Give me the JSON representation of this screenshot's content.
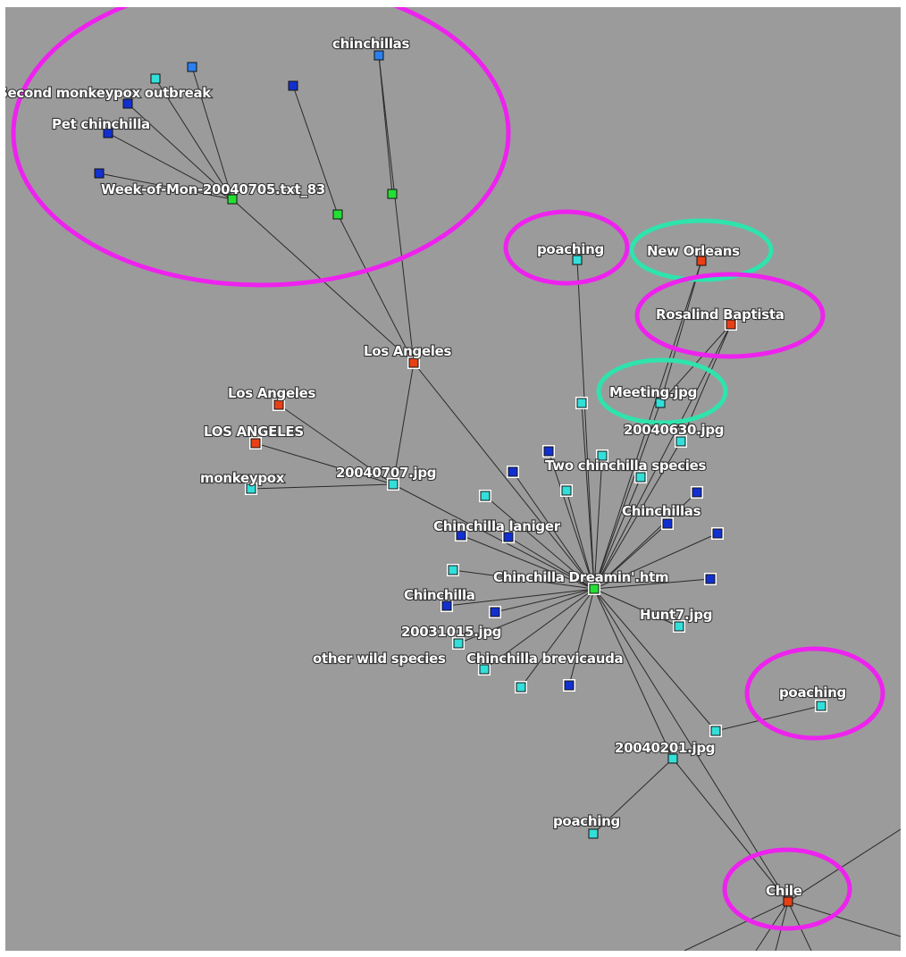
{
  "colors": {
    "background": "#9b9b9b",
    "edge": "#2a2a2a",
    "node_cyan": "#33dfd9",
    "node_blue": "#1230d0",
    "node_mid_blue": "#2c7ff0",
    "node_green": "#22e033",
    "node_red": "#e84015",
    "ring_magenta": "#ee22ee",
    "ring_teal": "#2fe3ad",
    "label_text": "#ffffff"
  },
  "labels": {
    "chinchillas_top": "chinchillas",
    "second_outbreak": "Second monkeypox outbreak",
    "pet_chinchilla": "Pet chinchilla",
    "week_file": "Week-of-Mon-20040705.txt_83",
    "poaching_1": "poaching",
    "new_orleans": "New Orleans",
    "rosalind": "Rosalind Baptista",
    "meeting": "Meeting.jpg",
    "img_20040630": "20040630.jpg",
    "los_angeles_hub": "Los Angeles",
    "los_angeles_2": "Los Angeles",
    "los_angeles_caps": "LOS ANGELES",
    "monkeypox": "monkeypox",
    "img_20040707": "20040707.jpg",
    "two_species": "Two chinchilla species",
    "chinchillas_mid": "Chinchillas",
    "laniger": "Chinchilla laniger",
    "dreamin": "Chinchilla Dreamin'.htm",
    "chinchilla": "Chinchilla",
    "hunt": "Hunt7.jpg",
    "img_20031015": "20031015.jpg",
    "other_wild": "other wild species",
    "brevicauda": "Chinchilla brevicauda",
    "poaching_2": "poaching",
    "img_20040201": "20040201.jpg",
    "poaching_3": "poaching",
    "chile": "Chile"
  }
}
